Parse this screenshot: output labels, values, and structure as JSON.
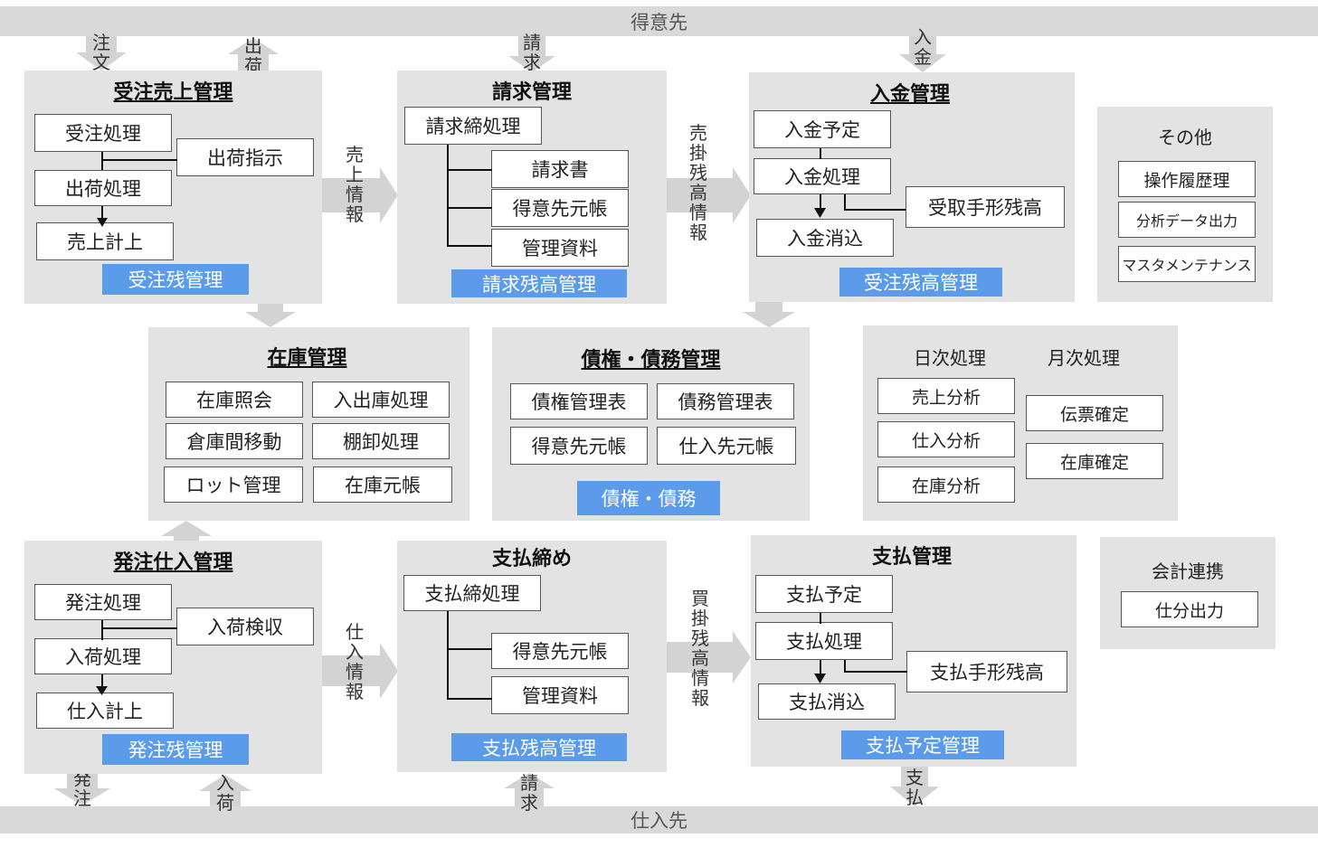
{
  "bands": {
    "top": "得意先",
    "bottom": "仕入先"
  },
  "flow_labels": {
    "chumon": "注文",
    "shukka": "出荷",
    "seikyu_top": "請求",
    "nyukin": "入金",
    "uriage_joho": "売上情報",
    "urikake": "売掛残高情報",
    "shiire_joho": "仕入情報",
    "kaikake": "買掛残高情報",
    "hatchu": "発注",
    "nyuka": "入荷",
    "seikyu_bottom": "請求",
    "shiharai": "支払"
  },
  "juchu": {
    "title": "受注売上管理",
    "item1": "受注処理",
    "item2": "出荷指示",
    "item3": "出荷処理",
    "item4": "売上計上",
    "footer": "受注残管理"
  },
  "seikyu": {
    "title": "請求管理",
    "item1": "請求締処理",
    "item2": "請求書",
    "item3": "得意先元帳",
    "item4": "管理資料",
    "footer": "請求残高管理"
  },
  "nyukin": {
    "title": "入金管理",
    "item1": "入金予定",
    "item2": "入金処理",
    "item3": "入金消込",
    "item4": "受取手形残高",
    "footer": "受注残高管理"
  },
  "sonota": {
    "title": "その他",
    "item1": "操作履歴理",
    "item2": "分析データ出力",
    "item3": "マスタメンテナンス"
  },
  "zaiko": {
    "title": "在庫管理",
    "item1": "在庫照会",
    "item2": "入出庫処理",
    "item3": "倉庫間移動",
    "item4": "棚卸処理",
    "item5": "ロット管理",
    "item6": "在庫元帳"
  },
  "saiken": {
    "title": "債権・債務管理",
    "item1": "債権管理表",
    "item2": "債務管理表",
    "item3": "得意先元帳",
    "item4": "仕入先元帳",
    "footer": "債権・債務"
  },
  "nichiji": {
    "title1": "日次処理",
    "title2": "月次処理",
    "item1": "売上分析",
    "item2": "仕入分析",
    "item3": "在庫分析",
    "item4": "伝票確定",
    "item5": "在庫確定"
  },
  "hatchu": {
    "title": "発注仕入管理",
    "item1": "発注処理",
    "item2": "入荷検収",
    "item3": "入荷処理",
    "item4": "仕入計上",
    "footer": "発注残管理"
  },
  "shiharai_shime": {
    "title": "支払締め",
    "item1": "支払締処理",
    "item2": "得意先元帳",
    "item3": "管理資料",
    "footer": "支払残高管理"
  },
  "shiharai": {
    "title": "支払管理",
    "item1": "支払予定",
    "item2": "支払処理",
    "item3": "支払消込",
    "item4": "支払手形残高",
    "footer": "支払予定管理"
  },
  "kaikei": {
    "title": "会計連携",
    "item1": "仕分出力"
  },
  "colors": {
    "panel": "#e3e3e3",
    "band": "#d9d9d9",
    "arrow": "#d3d3d3",
    "accent": "#5b9bea"
  }
}
